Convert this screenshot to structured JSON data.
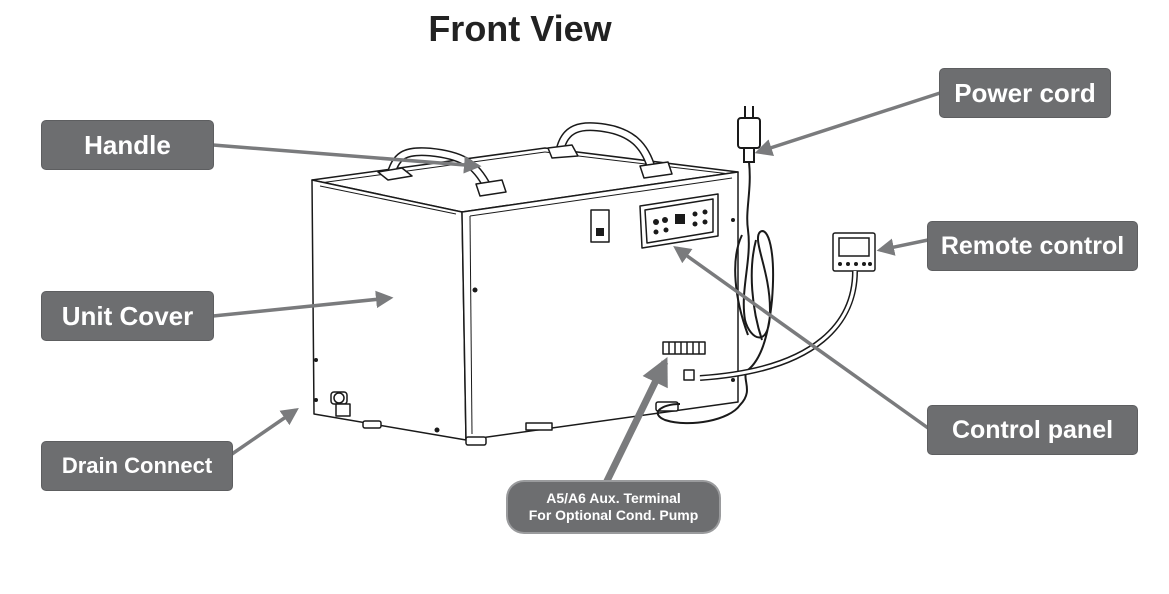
{
  "title": "Front View",
  "labels": {
    "handle": "Handle",
    "unit_cover": "Unit Cover",
    "drain_connect": "Drain Connect",
    "power_cord": "Power cord",
    "remote_control": "Remote control",
    "control_panel": "Control panel",
    "aux_terminal_line1": "A5/A6 Aux. Terminal",
    "aux_terminal_line2": "For Optional Cond. Pump"
  },
  "colors": {
    "label_bg": "#6d6e70",
    "leader_line": "#7a7b7d",
    "unit_outline": "#1a1a1a"
  }
}
